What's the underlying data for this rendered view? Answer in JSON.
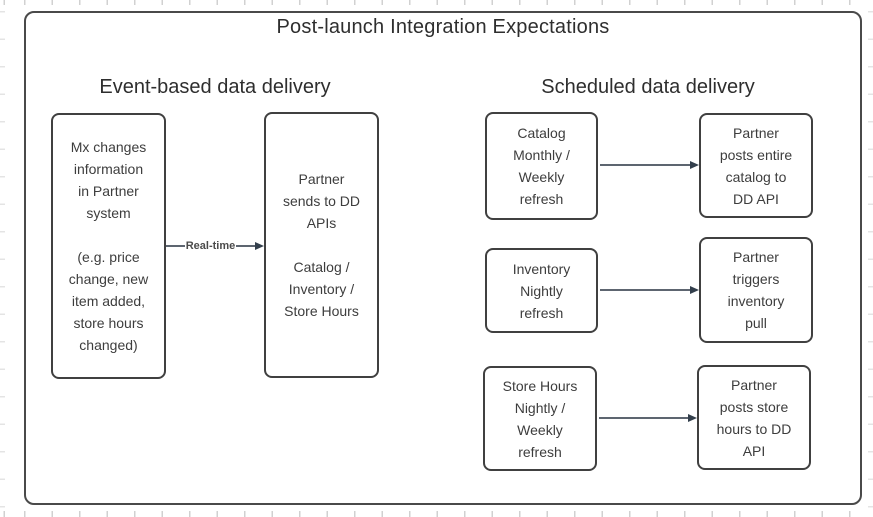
{
  "diagram": {
    "title": "Post-launch Integration Expectations"
  },
  "event_section": {
    "title": "Event-based data delivery",
    "source": {
      "text": "Mx changes\ninformation\nin Partner\nsystem\n\n(e.g. price\nchange, new\nitem added,\nstore hours\nchanged)"
    },
    "arrow": {
      "label": "Real-time"
    },
    "target": {
      "text": "Partner\nsends to DD\nAPIs\n\nCatalog /\nInventory /\nStore Hours"
    }
  },
  "scheduled_section": {
    "title": "Scheduled data delivery",
    "rows": [
      {
        "source": "Catalog\nMonthly /\nWeekly\nrefresh",
        "target": "Partner\nposts entire\ncatalog to\nDD API"
      },
      {
        "source": "Inventory\nNightly\nrefresh",
        "target": "Partner\ntriggers\ninventory\npull"
      },
      {
        "source": "Store Hours\nNightly /\nWeekly\nrefresh",
        "target": "Partner\nposts store\nhours to DD\nAPI"
      }
    ]
  },
  "colors": {
    "frame_border": "#4a4a4a",
    "box_border": "#404040",
    "text": "#3d3d3d",
    "arrow_line": "#5d6570",
    "arrow_head": "#333f4c"
  }
}
